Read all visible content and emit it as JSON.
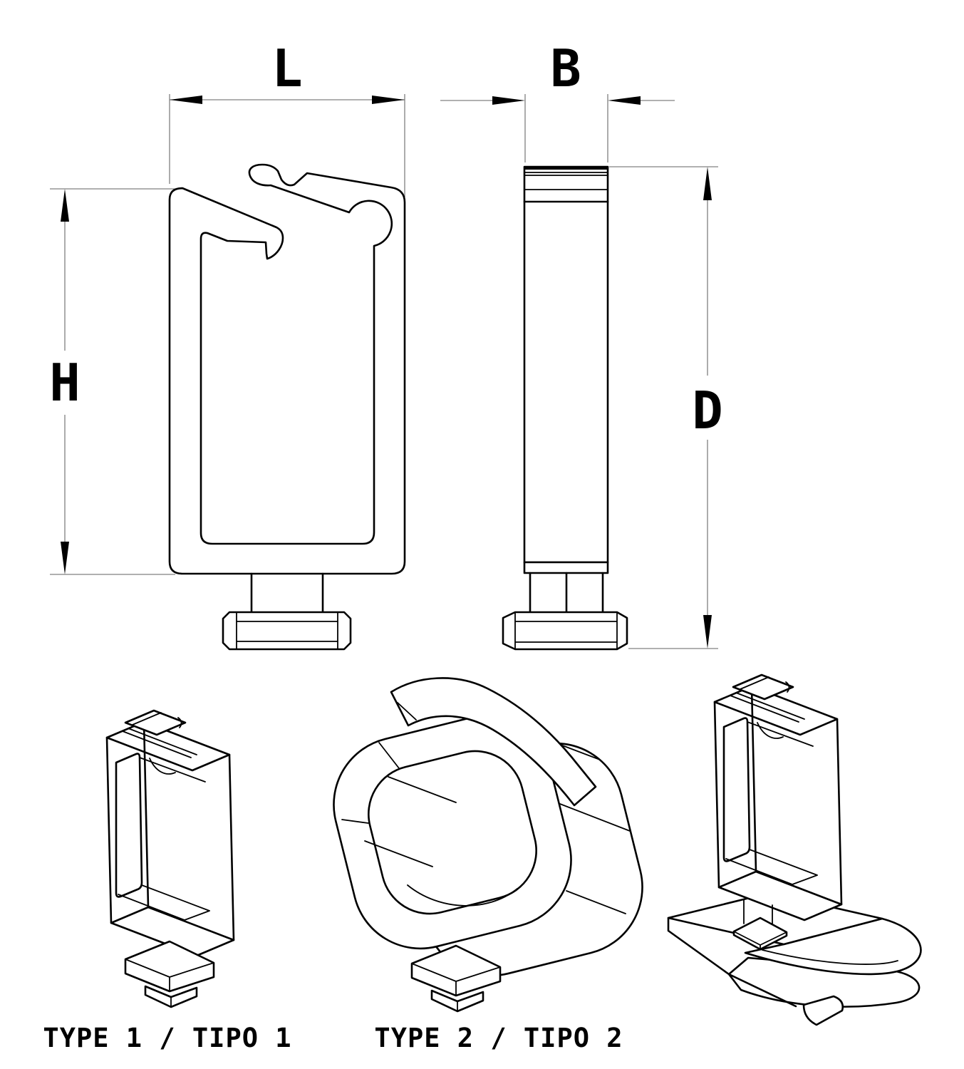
{
  "drawing": {
    "dimension_labels": {
      "length": "L",
      "breadth": "B",
      "height": "H",
      "depth": "D"
    },
    "captions": {
      "type1": "TYPE 1 / TIPO 1",
      "type2": "TYPE 2 / TIPO 2"
    },
    "colors": {
      "outline": "#000000",
      "dimension": "#808080",
      "background": "#ffffff"
    }
  }
}
